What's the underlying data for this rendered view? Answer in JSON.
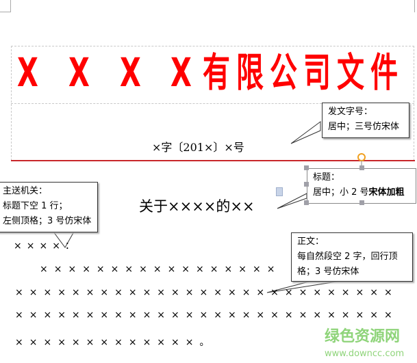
{
  "header": {
    "letters": [
      "X",
      "X",
      "X",
      "X"
    ],
    "company_suffix": "有限公司文件",
    "doc_number": "×字〔201×〕×号",
    "color": "#ff0000",
    "rule_color": "#c8262a"
  },
  "title": "关于××××的××",
  "recipient": "××××：",
  "body": {
    "rows": [
      {
        "count": 17,
        "end": ""
      },
      {
        "count": 27,
        "end": ""
      },
      {
        "count": 27,
        "end": ""
      },
      {
        "count": 13,
        "end": "。"
      }
    ],
    "mark": "×"
  },
  "callouts": {
    "doc_number": {
      "line1": "发文字号：",
      "line2": "居中；三号仿宋体"
    },
    "title": {
      "line1": "标题：",
      "line2_a": "居中；小 2 号",
      "line2_b": "宋体加粗"
    },
    "recipient": {
      "line1": "主送机关：",
      "line2": "标题下空 1 行；",
      "line3": "左侧顶格；3 号仿宋体"
    },
    "body": {
      "line1": "正文：",
      "line2": "每自然段空 2 字，回行顶",
      "line3": "格；3 号仿宋体"
    }
  },
  "watermark": {
    "name": "绿色资源网",
    "url": "www.downcc.com"
  }
}
